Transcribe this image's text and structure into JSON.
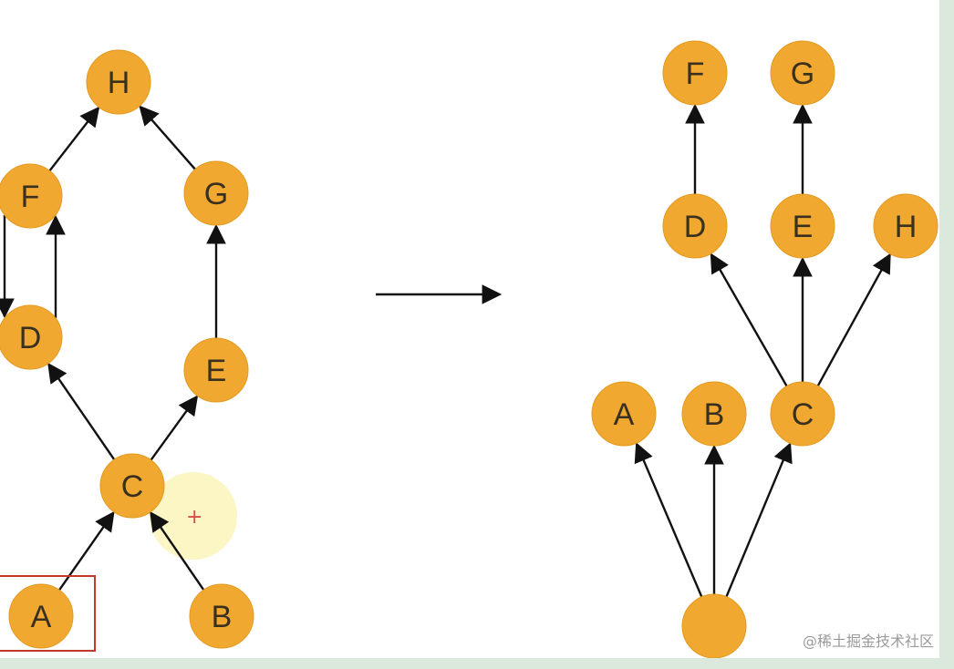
{
  "colors": {
    "node_fill": "#f0a830",
    "node_stroke": "#e39a20",
    "edge": "#111111",
    "highlight_box": "#c0392b",
    "cursor_halo": "#fbf6c4",
    "cursor_mark": "#d94a4a"
  },
  "left_graph": {
    "nodes": [
      {
        "id": "H",
        "label": "H"
      },
      {
        "id": "F",
        "label": "F"
      },
      {
        "id": "G",
        "label": "G"
      },
      {
        "id": "D",
        "label": "D"
      },
      {
        "id": "E",
        "label": "E"
      },
      {
        "id": "C",
        "label": "C"
      },
      {
        "id": "A",
        "label": "A"
      },
      {
        "id": "B",
        "label": "B"
      }
    ],
    "edges": [
      {
        "from": "A",
        "to": "C"
      },
      {
        "from": "B",
        "to": "C"
      },
      {
        "from": "C",
        "to": "D"
      },
      {
        "from": "C",
        "to": "E"
      },
      {
        "from": "E",
        "to": "G"
      },
      {
        "from": "G",
        "to": "H"
      },
      {
        "from": "F",
        "to": "H"
      },
      {
        "from": "D",
        "to": "F"
      },
      {
        "from": "F",
        "to": "D"
      }
    ],
    "highlighted_node": "A"
  },
  "right_tree": {
    "nodes": [
      {
        "id": "F",
        "label": "F"
      },
      {
        "id": "G",
        "label": "G"
      },
      {
        "id": "D",
        "label": "D"
      },
      {
        "id": "E",
        "label": "E"
      },
      {
        "id": "H",
        "label": "H"
      },
      {
        "id": "A",
        "label": "A"
      },
      {
        "id": "B",
        "label": "B"
      },
      {
        "id": "C",
        "label": "C"
      },
      {
        "id": "ROOT",
        "label": ""
      }
    ],
    "edges": [
      {
        "from": "ROOT",
        "to": "A"
      },
      {
        "from": "ROOT",
        "to": "B"
      },
      {
        "from": "ROOT",
        "to": "C"
      },
      {
        "from": "C",
        "to": "D"
      },
      {
        "from": "C",
        "to": "E"
      },
      {
        "from": "C",
        "to": "H"
      },
      {
        "from": "D",
        "to": "F"
      },
      {
        "from": "E",
        "to": "G"
      }
    ]
  },
  "watermark": "@稀土掘金技术社区"
}
